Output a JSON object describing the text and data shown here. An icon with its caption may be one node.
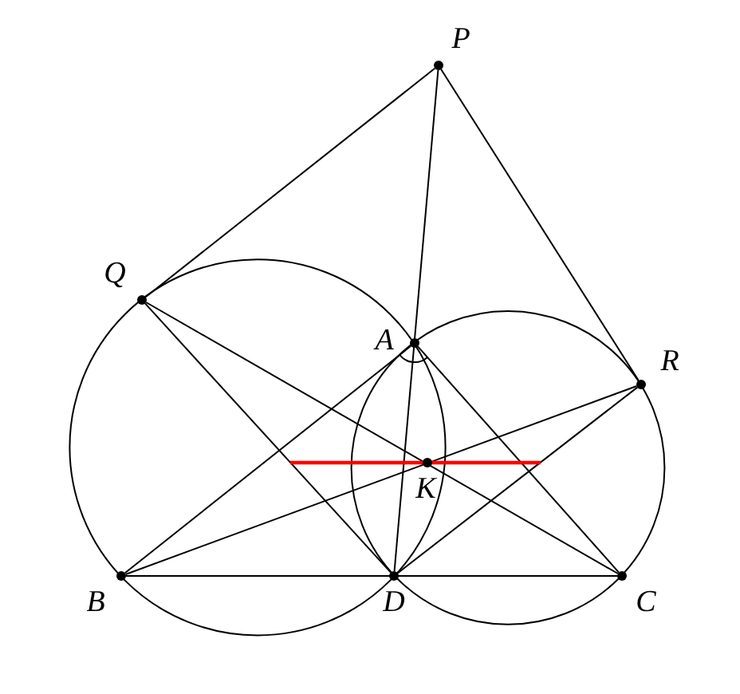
{
  "diagram": {
    "nodes": [
      {
        "text": [
          "P"
        ]
      },
      {
        "text": [
          "Q"
        ]
      },
      {
        "text": [
          "A"
        ]
      },
      {
        "text": [
          "R"
        ]
      },
      {
        "text": [
          "K"
        ]
      },
      {
        "text": [
          "B"
        ]
      },
      {
        "text": [
          "D"
        ]
      },
      {
        "text": [
          "C"
        ]
      }
    ],
    "edges": [
      {
        "from": 0,
        "to": 1,
        "arrow": "none"
      },
      {
        "from": 0,
        "to": 3,
        "arrow": "none"
      },
      {
        "from": 0,
        "to": 6,
        "arrow": "none"
      },
      {
        "from": 1,
        "to": 6,
        "arrow": "none"
      },
      {
        "from": 1,
        "to": 7,
        "arrow": "none"
      },
      {
        "from": 5,
        "to": 2,
        "arrow": "none"
      },
      {
        "from": 2,
        "to": 7,
        "arrow": "none"
      },
      {
        "from": 5,
        "to": 3,
        "arrow": "none"
      },
      {
        "from": 3,
        "to": 6,
        "arrow": "none"
      },
      {
        "from": 5,
        "to": 7,
        "arrow": "none"
      }
    ]
  }
}
